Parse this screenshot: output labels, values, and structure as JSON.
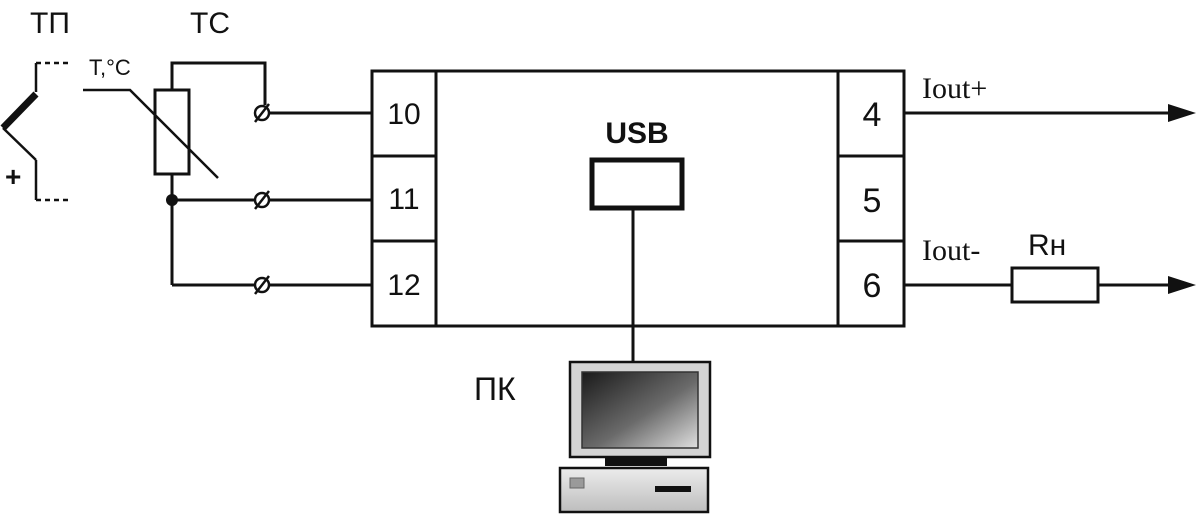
{
  "labels": {
    "thermocouple": "ТП",
    "thermoresistor": "ТС",
    "temperature": "T,°C",
    "plus": "+",
    "usb": "USB",
    "pc": "ПК",
    "iout_plus": "Iout+",
    "iout_minus": "Iout-",
    "load_resistor": "Rн"
  },
  "terminals": {
    "left": [
      "10",
      "11",
      "12"
    ],
    "right": [
      "4",
      "5",
      "6"
    ]
  },
  "colors": {
    "line": "#111111",
    "monitor_frame": "#d6d6d6",
    "screen_dark": "#222222",
    "screen_light": "#d8d8d8"
  }
}
